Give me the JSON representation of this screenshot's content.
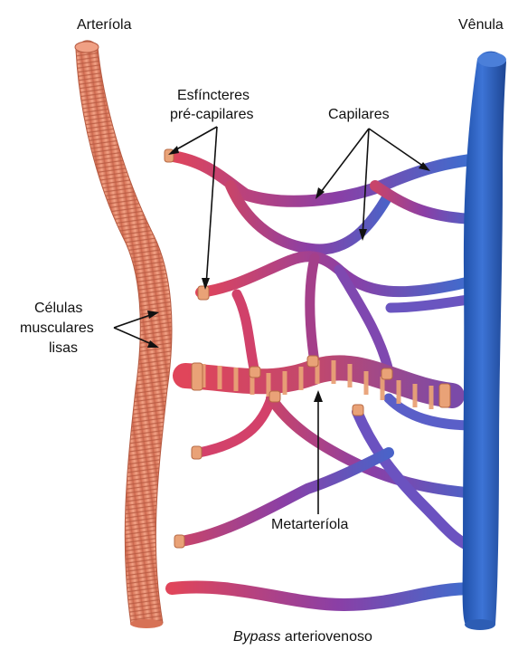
{
  "labels": {
    "arteriole": "Arteríola",
    "venule": "Vênula",
    "sphincters_line1": "Esfíncteres",
    "sphincters_line2": "pré-capilares",
    "capillaries": "Capilares",
    "smooth_muscle_line1": "Células",
    "smooth_muscle_line2": "musculares",
    "smooth_muscle_line3": "lisas",
    "metarteriole": "Metarteríola",
    "bypass_italic": "Bypass",
    "bypass_rest": " arteriovenoso"
  },
  "colors": {
    "arteriole_fill": "#e8886b",
    "arteriole_stripe": "#c9634a",
    "arteriole_highlight": "#f6b9a0",
    "venule_fill": "#2a5fb8",
    "venule_highlight": "#5d8fe0",
    "capillary_red": "#e0455a",
    "capillary_purple": "#8a3fa6",
    "capillary_blue": "#3b6fd0",
    "sphincter": "#e9a277",
    "text": "#111111"
  }
}
